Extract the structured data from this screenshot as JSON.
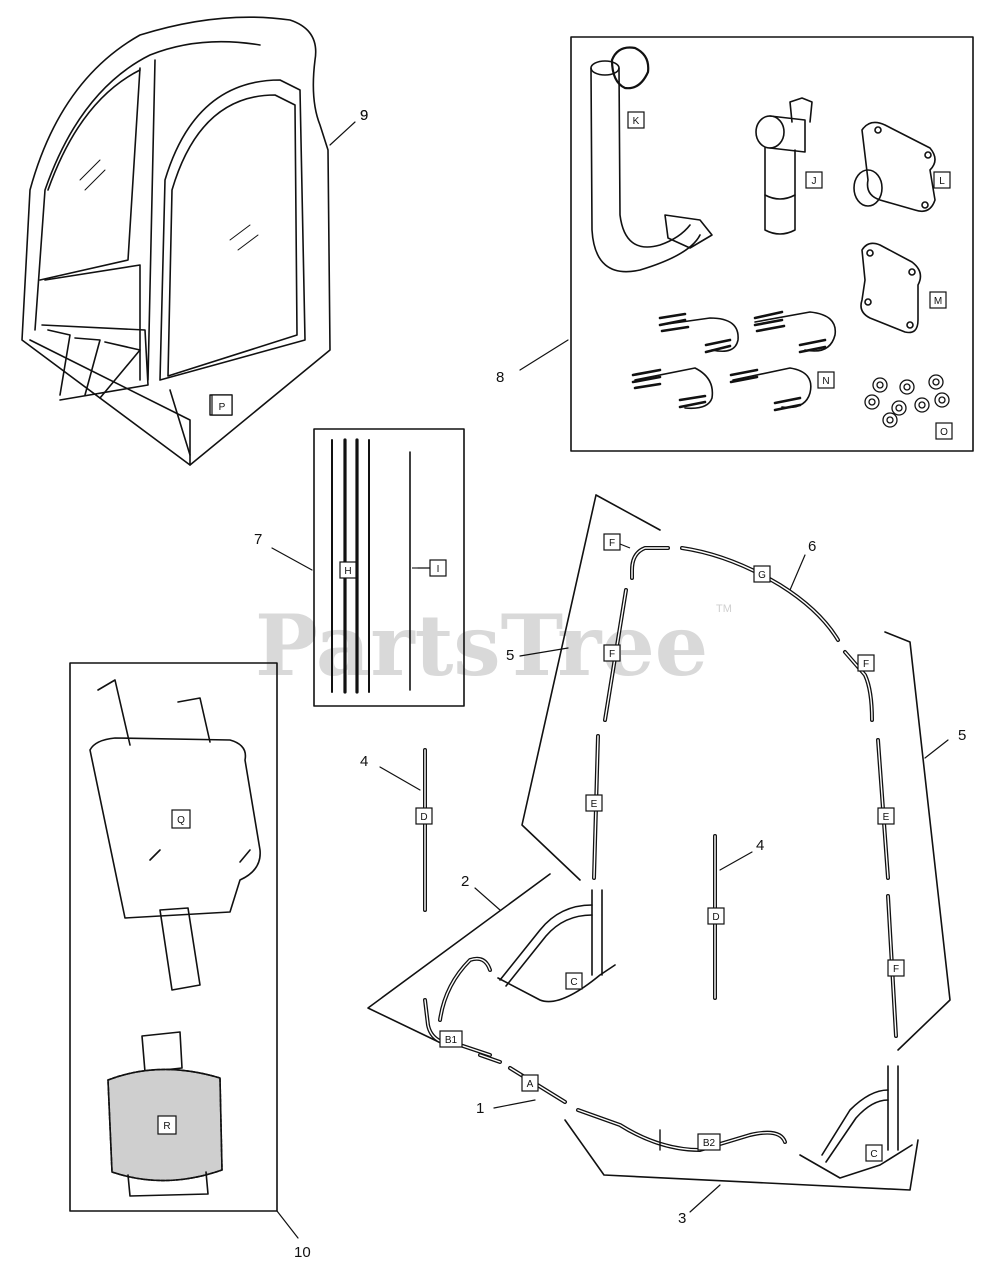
{
  "watermark": {
    "text": "PartsTree",
    "trademark": "TM"
  },
  "callouts": {
    "c1": "1",
    "c2": "2",
    "c3": "3",
    "c4a": "4",
    "c4b": "4",
    "c5a": "5",
    "c5b": "5",
    "c6": "6",
    "c7": "7",
    "c8": "8",
    "c9": "9",
    "c10": "10"
  },
  "labels": {
    "P": "P",
    "K": "K",
    "J": "J",
    "L": "L",
    "M": "M",
    "N": "N",
    "O": "O",
    "H": "H",
    "I": "I",
    "Q": "Q",
    "R": "R",
    "G": "G",
    "Fleft": "F",
    "Fright": "F",
    "E1": "E",
    "E2": "E",
    "Fl": "F",
    "Fr": "F",
    "D1": "D",
    "D2": "D",
    "C1": "C",
    "C2": "C",
    "B1": "B1",
    "B2": "B2",
    "A": "A"
  }
}
